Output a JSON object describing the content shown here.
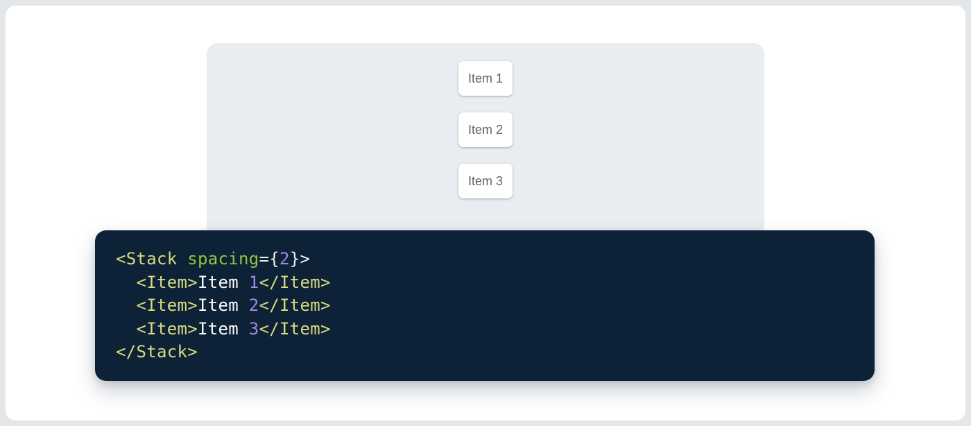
{
  "demo": {
    "panel_bg": "#e9ecf1",
    "items": [
      {
        "label": "Item 1"
      },
      {
        "label": "Item 2"
      },
      {
        "label": "Item 3"
      }
    ]
  },
  "code": {
    "bg": "#0d2137",
    "colors": {
      "tag": "#d8da7e",
      "attribute": "#8fc73e",
      "number": "#a28ae2",
      "punctuation": "#eef0f2",
      "plain_text": "#fcfdfe"
    },
    "raw": [
      "<Stack spacing={2}>",
      "  <Item>Item 1</Item>",
      "  <Item>Item 2</Item>",
      "  <Item>Item 3</Item>",
      "</Stack>"
    ],
    "lines": [
      [
        {
          "t": "<Stack ",
          "c": "tag"
        },
        {
          "t": "spacing",
          "c": "attr"
        },
        {
          "t": "={",
          "c": "punct"
        },
        {
          "t": "2",
          "c": "num"
        },
        {
          "t": "}>",
          "c": "punct"
        }
      ],
      [
        {
          "t": "  ",
          "c": "plain"
        },
        {
          "t": "<Item>",
          "c": "tag"
        },
        {
          "t": "Item ",
          "c": "plain"
        },
        {
          "t": "1",
          "c": "num"
        },
        {
          "t": "</Item>",
          "c": "tag"
        }
      ],
      [
        {
          "t": "  ",
          "c": "plain"
        },
        {
          "t": "<Item>",
          "c": "tag"
        },
        {
          "t": "Item ",
          "c": "plain"
        },
        {
          "t": "2",
          "c": "num"
        },
        {
          "t": "</Item>",
          "c": "tag"
        }
      ],
      [
        {
          "t": "  ",
          "c": "plain"
        },
        {
          "t": "<Item>",
          "c": "tag"
        },
        {
          "t": "Item ",
          "c": "plain"
        },
        {
          "t": "3",
          "c": "num"
        },
        {
          "t": "</Item>",
          "c": "tag"
        }
      ],
      [
        {
          "t": "</Stack>",
          "c": "tag"
        }
      ]
    ]
  }
}
